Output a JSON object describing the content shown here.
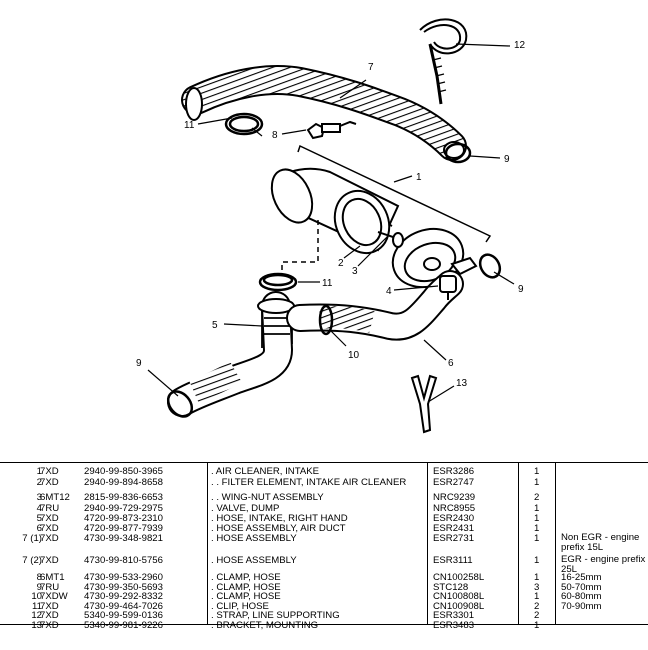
{
  "diagram": {
    "callouts": [
      "1",
      "2",
      "3",
      "4",
      "5",
      "6",
      "7",
      "8",
      "9",
      "9",
      "9",
      "11",
      "11",
      "12",
      "13"
    ]
  },
  "parts": [
    {
      "item": "1",
      "code": "7XD",
      "part": "2940-99-850-3965",
      "desc": ". AIR CLEANER, INTAKE",
      "ref": "ESR3286",
      "qty": "1",
      "remarks": ""
    },
    {
      "item": "2",
      "code": "7XD",
      "part": "2940-99-894-8658",
      "desc": ". . FILTER ELEMENT, INTAKE AIR CLEANER",
      "ref": "ESR2747",
      "qty": "1",
      "remarks": ""
    },
    {
      "item": "3",
      "code": "6MT12",
      "part": "2815-99-836-6653",
      "desc": ". . WING-NUT ASSEMBLY",
      "ref": "NRC9239",
      "qty": "2",
      "remarks": ""
    },
    {
      "item": "4",
      "code": "7RU",
      "part": "2940-99-729-2975",
      "desc": ". VALVE, DUMP",
      "ref": "NRC8955",
      "qty": "1",
      "remarks": ""
    },
    {
      "item": "5",
      "code": "7XD",
      "part": "4720-99-873-2310",
      "desc": ". HOSE, INTAKE, RIGHT HAND",
      "ref": "ESR2430",
      "qty": "1",
      "remarks": ""
    },
    {
      "item": "6",
      "code": "7XD",
      "part": "4720-99-877-7939",
      "desc": ". HOSE ASSEMBLY, AIR DUCT",
      "ref": "ESR2431",
      "qty": "1",
      "remarks": ""
    },
    {
      "item": "7 (1)",
      "code": "7XD",
      "part": "4730-99-348-9821",
      "desc": ". HOSE ASSEMBLY",
      "ref": "ESR2731",
      "qty": "1",
      "remarks": "Non EGR - engine prefix 15L"
    },
    {
      "item": "7 (2)",
      "code": "7XD",
      "part": "4730-99-810-5756",
      "desc": ". HOSE ASSEMBLY",
      "ref": "ESR3111",
      "qty": "1",
      "remarks": "EGR - engine prefix 25L"
    },
    {
      "item": "8",
      "code": "6MT1",
      "part": "4730-99-533-2960",
      "desc": ". CLAMP, HOSE",
      "ref": "CN100258L",
      "qty": "1",
      "remarks": "16-25mm"
    },
    {
      "item": "9",
      "code": "7RU",
      "part": "4730-99-350-5693",
      "desc": ". CLAMP, HOSE",
      "ref": "STC128",
      "qty": "3",
      "remarks": "50-70mm"
    },
    {
      "item": "10",
      "code": "7XDW",
      "part": "4730-99-292-8332",
      "desc": ". CLAMP, HOSE",
      "ref": "CN100808L",
      "qty": "1",
      "remarks": "60-80mm"
    },
    {
      "item": "11",
      "code": "7XD",
      "part": "4730-99-464-7026",
      "desc": ". CLIP, HOSE",
      "ref": "CN100908L",
      "qty": "2",
      "remarks": "70-90mm"
    },
    {
      "item": "12",
      "code": "7XD",
      "part": "5340-99-599-0136",
      "desc": ". STRAP, LINE SUPPORTING",
      "ref": "ESR3301",
      "qty": "2",
      "remarks": ""
    },
    {
      "item": "13",
      "code": "7XD",
      "part": "5340-99-981-9226",
      "desc": ". BRACKET, MOUNTING",
      "ref": "ESR3483",
      "qty": "1",
      "remarks": ""
    }
  ]
}
